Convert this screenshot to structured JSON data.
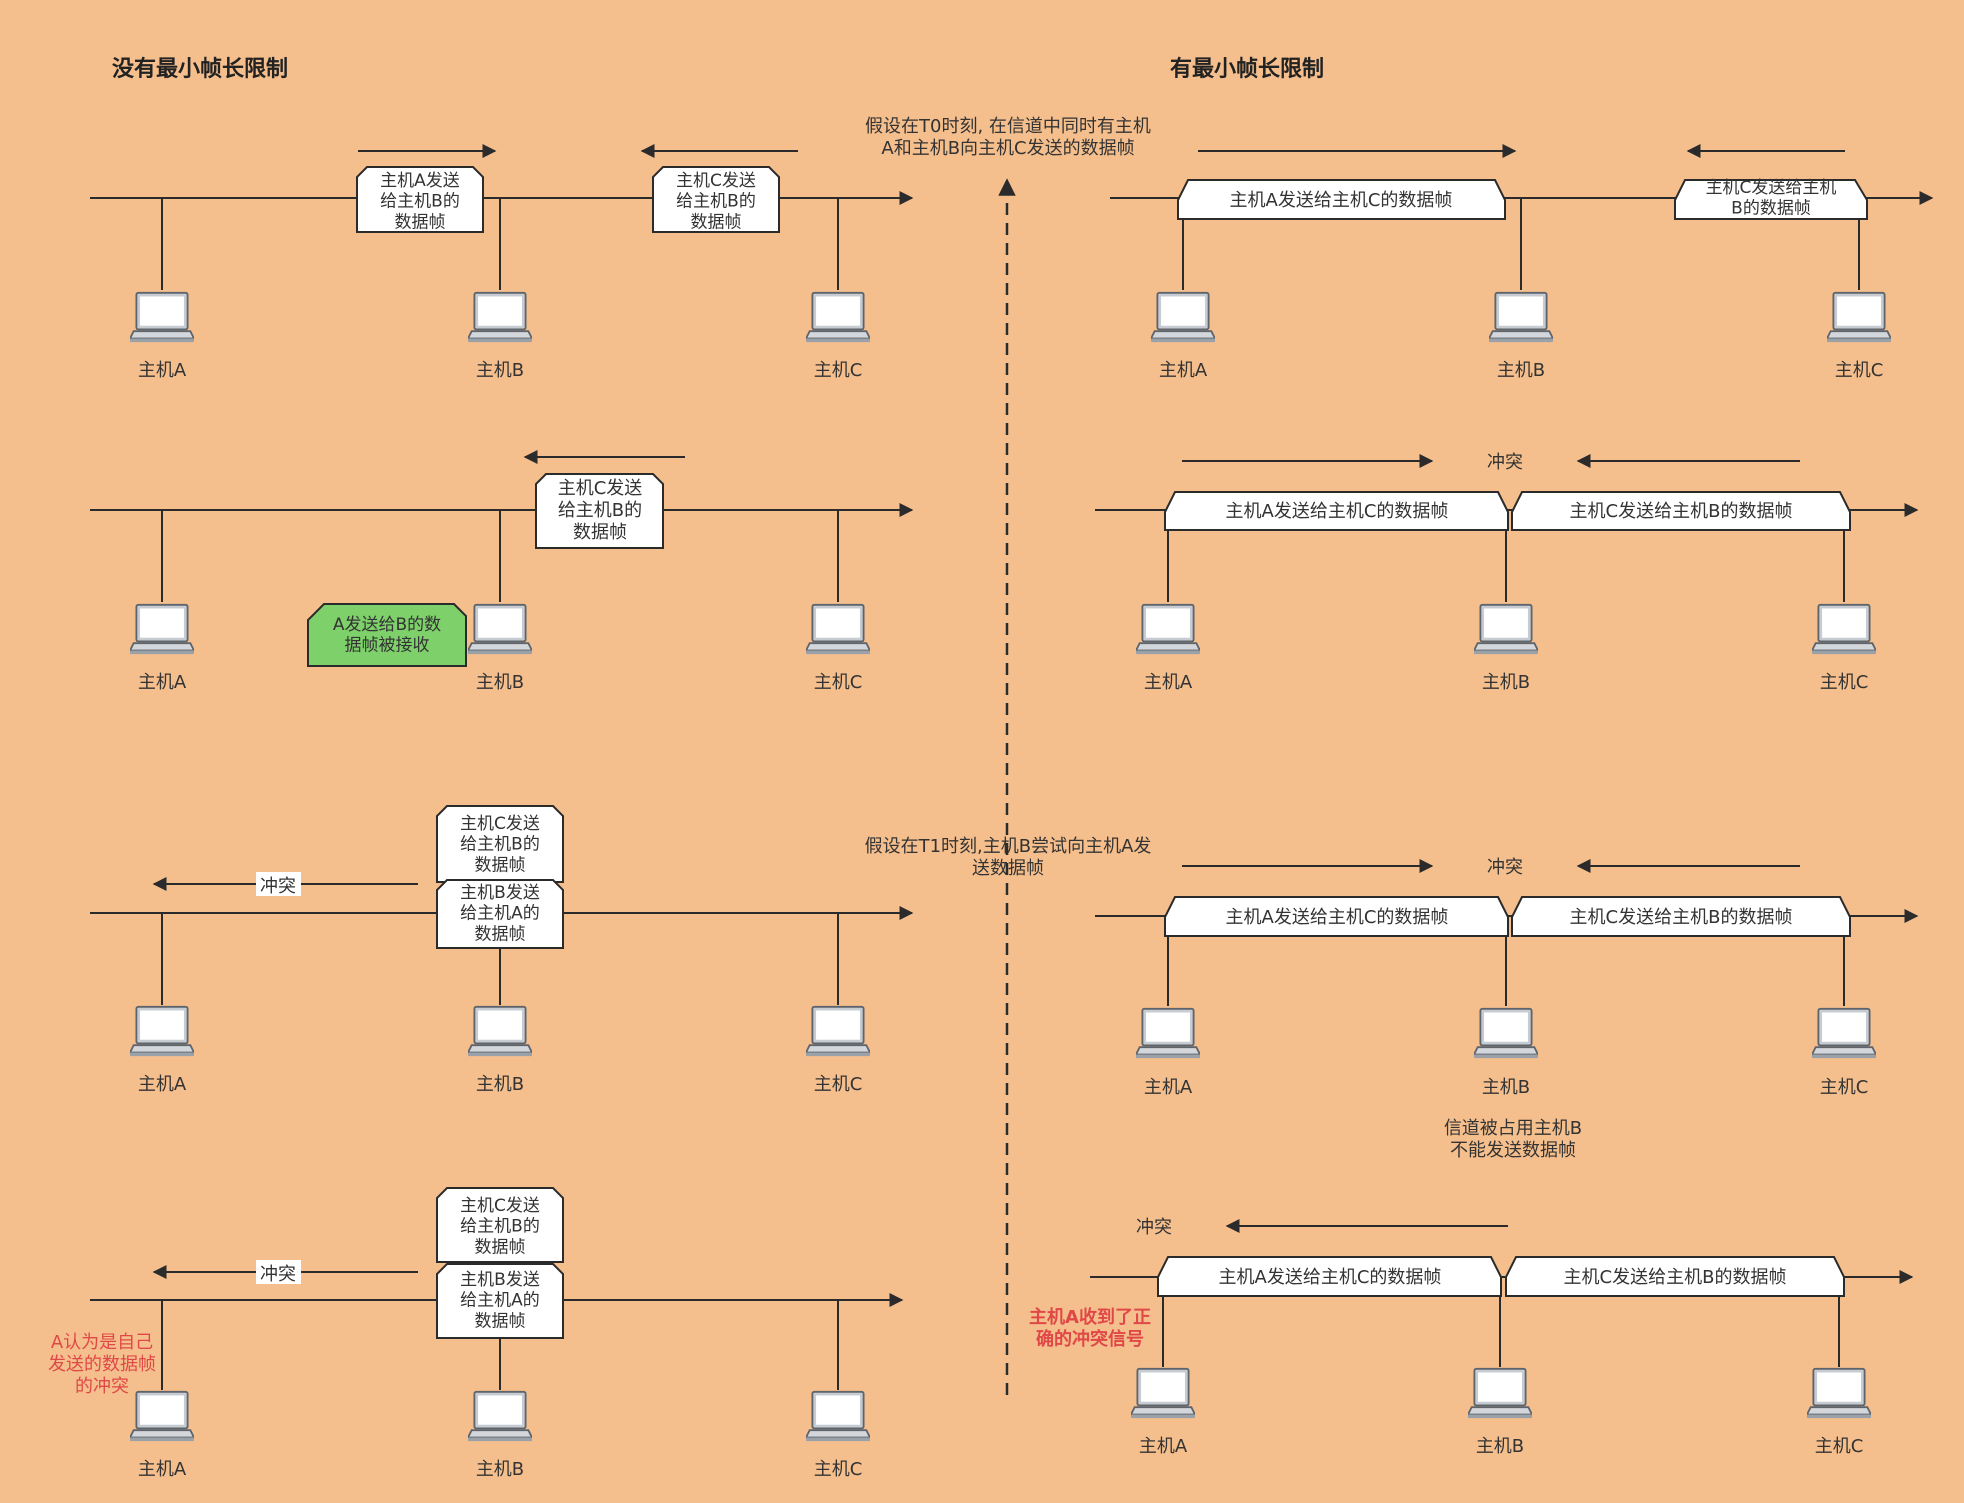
{
  "colors": {
    "background": "#F5BF8D",
    "line": "#2b2b2b",
    "frame_fill": "#ffffff",
    "received_fill": "#7ED06A",
    "alert_text": "#E04848"
  },
  "titles": {
    "left": "没有最小帧长限制",
    "right": "有最小帧长限制"
  },
  "hosts": [
    "主机A",
    "主机B",
    "主机C"
  ],
  "frames": {
    "a_to_b": "主机A发送\n给主机B的\n数据帧",
    "c_to_b": "主机C发送\n给主机B的\n数据帧",
    "b_to_a": "主机B发送\n给主机A的\n数据帧",
    "received": "A发送给B的数\n据帧被接收",
    "a_to_c_long": "主机A发送给主机C的数据帧",
    "c_to_b_long": "主机C发送给主机B的数据帧",
    "c_to_b_wrap": "主机C发送给主机\nB的数据帧"
  },
  "collision": "冲突",
  "notes": {
    "t0": "假设在T0时刻, 在信道中同时有主机\nA和主机B向主机C发送的数据帧",
    "t1": "假设在T1时刻,主机B尝试向主机A发\n送数据帧",
    "occupied": "信道被占用主机B\n不能发送数据帧",
    "a_misread": "A认为是自己\n发送的数据帧\n的冲突",
    "a_correct": "主机A收到了正\n确的冲突信号"
  }
}
